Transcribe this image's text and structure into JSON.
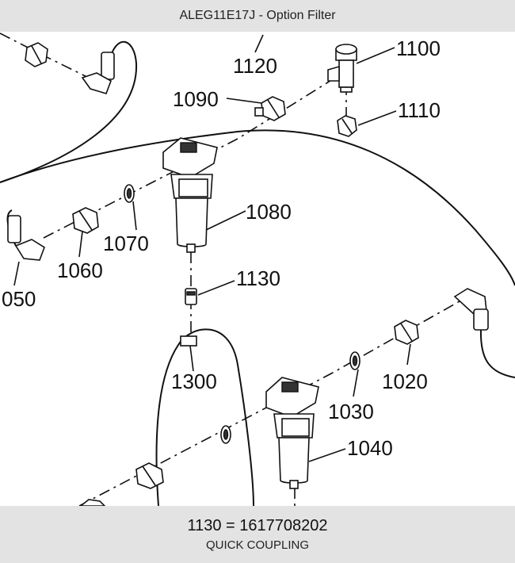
{
  "header": {
    "title": "ALEG11E17J - Option Filter"
  },
  "diagram": {
    "labels": {
      "l1020": "1020",
      "l1030": "1030",
      "l1040": "1040",
      "l1050": "050",
      "l1060": "1060",
      "l1070": "1070",
      "l1080": "1080",
      "l1090": "1090",
      "l1100": "1100",
      "l1110": "1110",
      "l1120": "1120",
      "l1130": "1130",
      "l1300": "1300"
    }
  },
  "footer": {
    "part_number": "1130",
    "equals": " = ",
    "part_code": "1617708202",
    "description": "QUICK COUPLING"
  }
}
